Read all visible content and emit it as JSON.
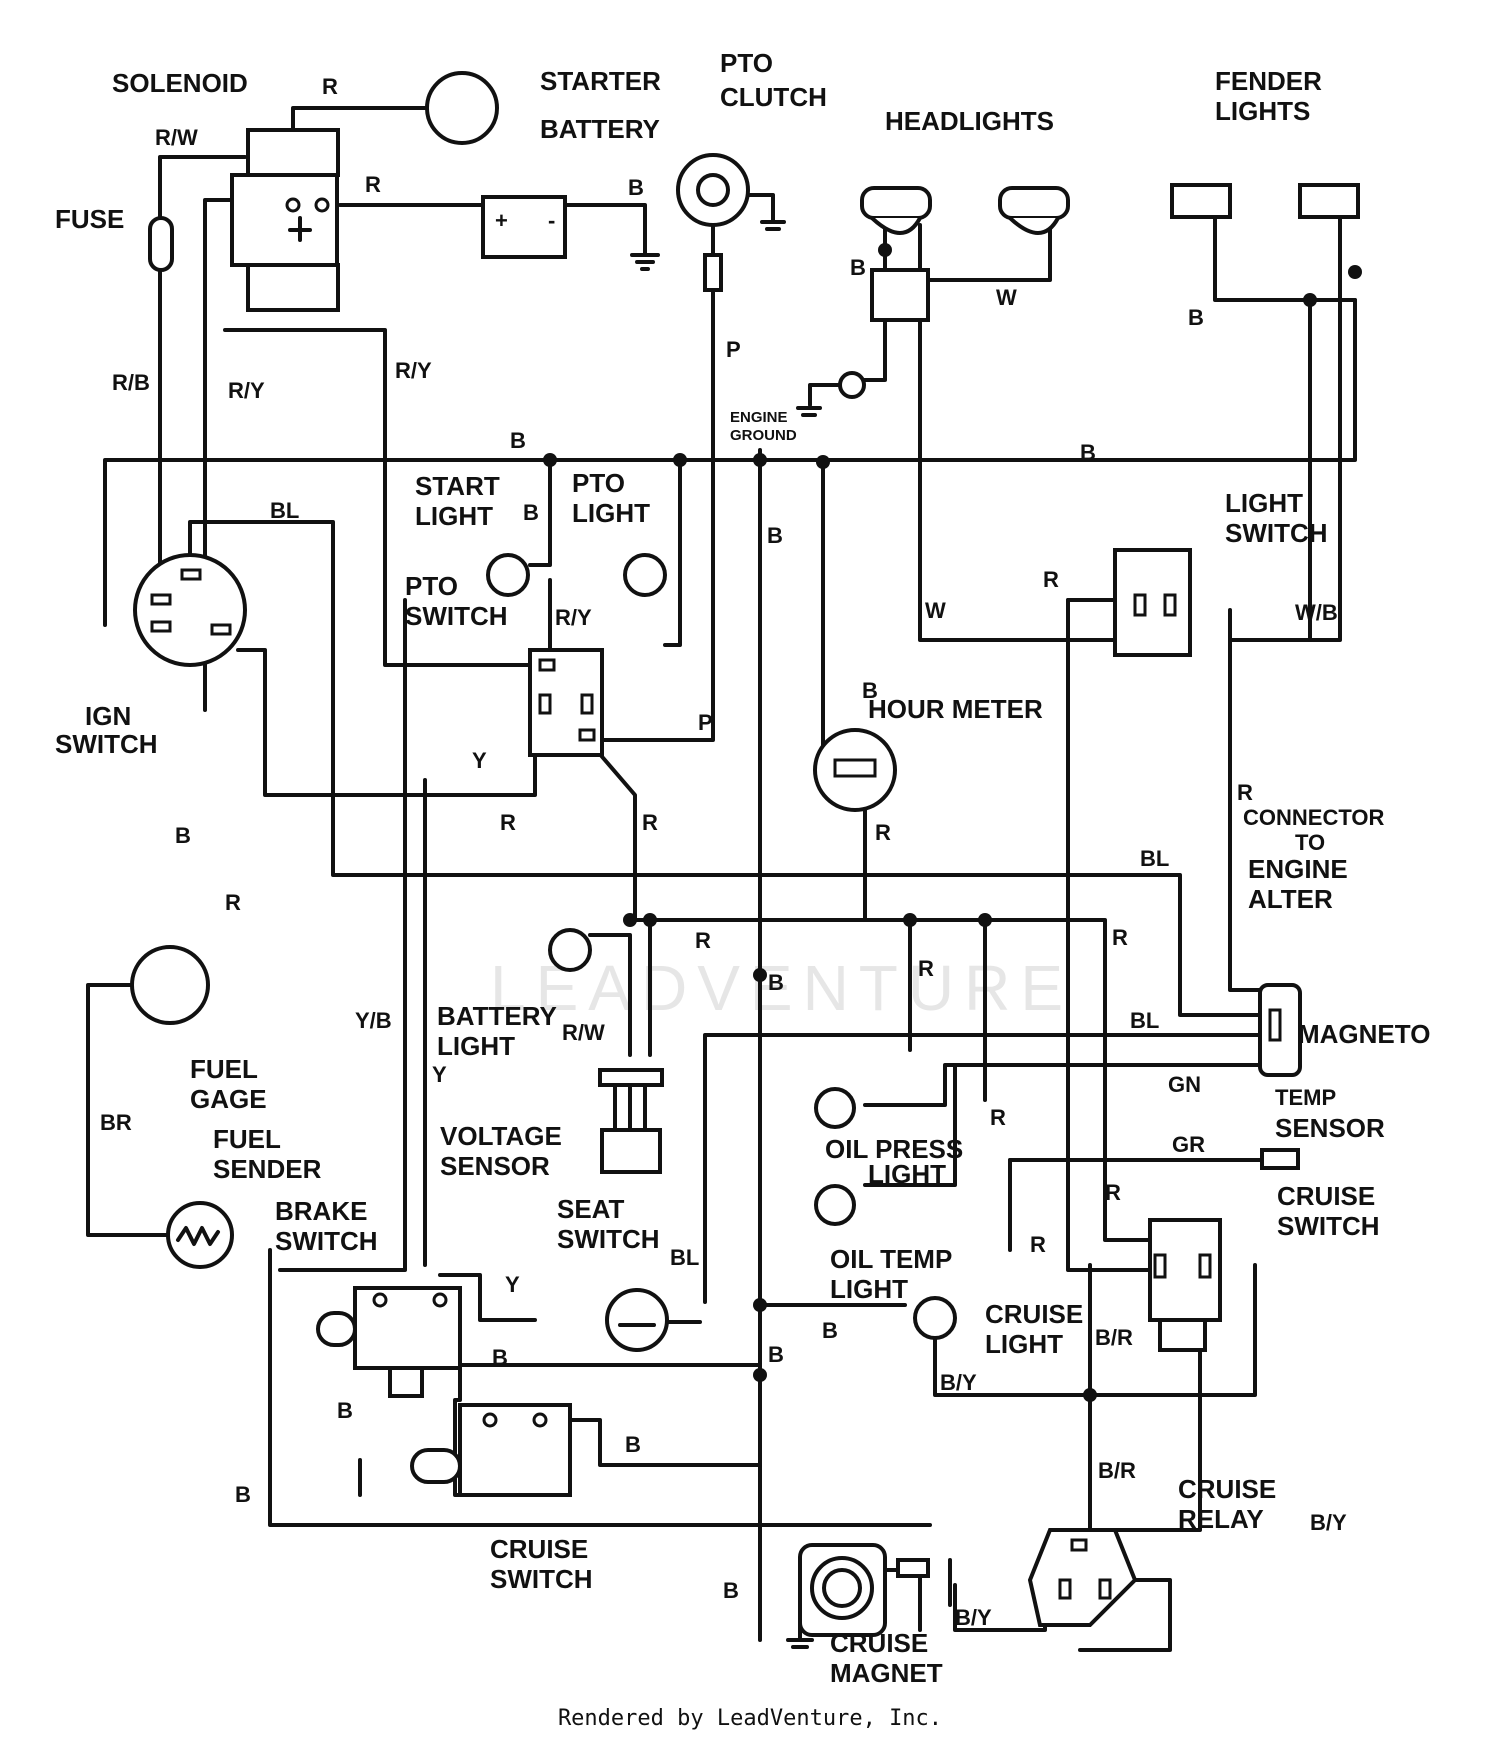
{
  "components": {
    "solenoid": "SOLENOID",
    "starter": "STARTER",
    "pto_clutch": [
      "PTO",
      "CLUTCH"
    ],
    "battery": "BATTERY",
    "headlights": "HEADLIGHTS",
    "fender_lights": [
      "FENDER",
      "LIGHTS"
    ],
    "fuse": "FUSE",
    "engine_ground": [
      "ENGINE",
      "GROUND"
    ],
    "start_light": [
      "START",
      "LIGHT"
    ],
    "pto_light": [
      "PTO",
      "LIGHT"
    ],
    "pto_switch": [
      "PTO",
      "SWITCH"
    ],
    "ign_switch": [
      "IGN",
      "SWITCH"
    ],
    "light_switch": [
      "LIGHT",
      "SWITCH"
    ],
    "hour_meter": "HOUR METER",
    "connector": [
      "CONNECTOR",
      "TO",
      "ENGINE",
      "ALTER"
    ],
    "magneto": "MAGNETO",
    "temp_sensor": [
      "TEMP",
      "SENSOR"
    ],
    "battery_light": [
      "BATTERY",
      "LIGHT"
    ],
    "voltage_sensor": [
      "VOLTAGE",
      "SENSOR"
    ],
    "fuel_gage": [
      "FUEL",
      "GAGE"
    ],
    "fuel_sender": [
      "FUEL",
      "SENDER"
    ],
    "oil_press_light": [
      "OIL PRESS",
      "LIGHT"
    ],
    "oil_temp_light": [
      "OIL TEMP",
      "LIGHT"
    ],
    "seat_switch": [
      "SEAT",
      "SWITCH"
    ],
    "brake_switch": [
      "BRAKE",
      "SWITCH"
    ],
    "cruise_switch_top": [
      "CRUISE",
      "SWITCH"
    ],
    "cruise_light": [
      "CRUISE",
      "LIGHT"
    ],
    "cruise_switch_bottom": [
      "CRUISE",
      "SWITCH"
    ],
    "cruise_relay": [
      "CRUISE",
      "RELAY"
    ],
    "cruise_magnet": [
      "CRUISE",
      "MAGNET"
    ]
  },
  "wire_labels": {
    "r_starter": "R",
    "rw_solenoid": "R/W",
    "r_solenoid": "R",
    "b_battery": "B",
    "b_headlights": "B",
    "w_headlights": "W",
    "b_fender": "B",
    "rb_fuse": "R/B",
    "ry_ign": "R/Y",
    "ry_center": "R/Y",
    "p_pto_top": "P",
    "b_top_bus_left": "B",
    "b_top_bus_right": "B",
    "bl_ign": "BL",
    "b_start_light": "B",
    "b_engine_ground": "B",
    "r_light_switch": "R",
    "w_light_switch": "W",
    "wb_light_switch": "W/B",
    "ry_pto_switch": "R/Y",
    "p_pto_mid": "P",
    "b_hour_meter": "B",
    "y_pto": "Y",
    "r_connector": "R",
    "r_mid_left": "R",
    "r_mid_center": "R",
    "r_hour_meter": "R",
    "bl_mid": "BL",
    "b_ign_down": "B",
    "r_ign_down": "R",
    "r_battery_light": "R",
    "r_cluster": "R",
    "r_right": "R",
    "b_center": "B",
    "bl_magneto": "BL",
    "yb_left": "Y/B",
    "rw_battery_light": "R/W",
    "y_battery_light": "Y",
    "gn_temp": "GN",
    "r_oil": "R",
    "br_fuel": "BR",
    "gr_temp": "GR",
    "r_cruise_switch": "R",
    "r_cruise_switch_2": "R",
    "bl_seat": "BL",
    "y_brake": "Y",
    "b_cruise_light": "B",
    "br_cruise": "B/R",
    "b_brake": "B",
    "b_center_low": "B",
    "by_cruise_light": "B/Y",
    "b_brake_low": "B",
    "b_cruise_sw": "B",
    "br_relay": "B/R",
    "by_relay": "B/Y",
    "b_bottom_left": "B",
    "b_magnet": "B",
    "by_magnet": "B/Y"
  },
  "watermark": "LEADVENTURE",
  "footer": "Rendered by LeadVenture, Inc."
}
